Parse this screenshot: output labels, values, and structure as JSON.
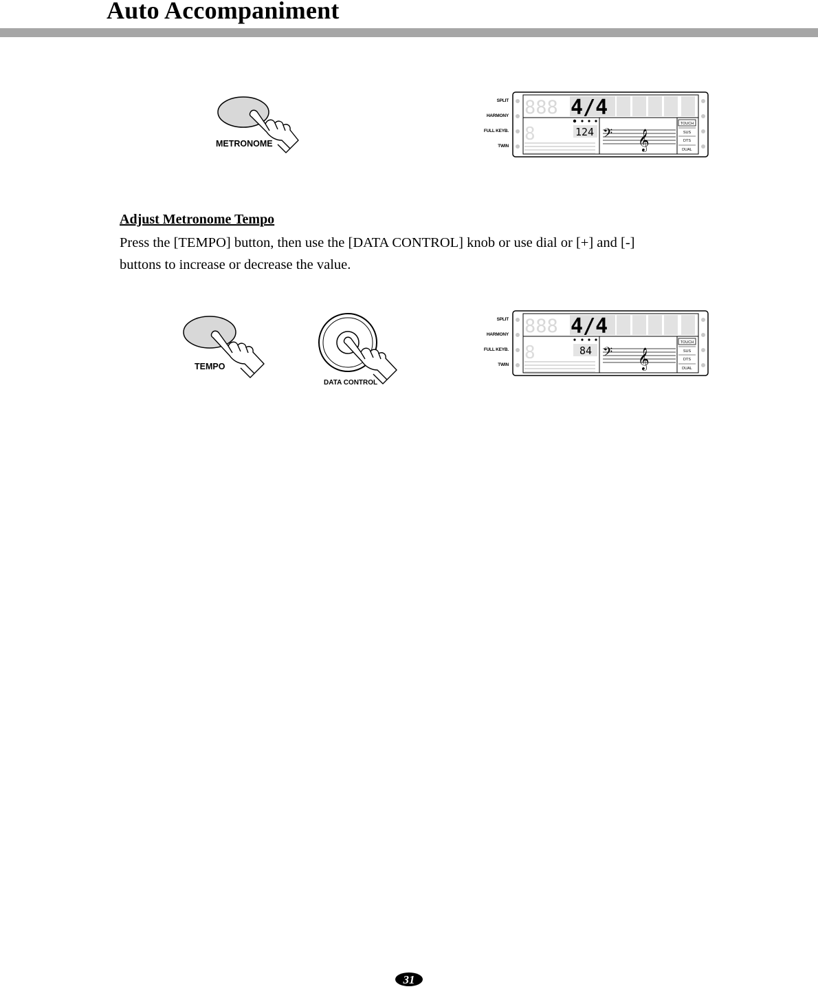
{
  "header": {
    "title": "Auto Accompaniment"
  },
  "figure1": {
    "button_label": "METRONOME",
    "panel": {
      "side_labels": [
        "SPLIT",
        "HARMONY",
        "FULL KEYB.",
        "TWIN"
      ],
      "time_signature": "4/4",
      "tempo": "124",
      "mode_buttons": [
        "TOUCH",
        "SUS",
        "DTS",
        "DUAL"
      ]
    }
  },
  "section": {
    "heading": "Adjust Metronome Tempo",
    "line1": "Press the [TEMPO] button, then use the [DATA CONTROL] knob or use dial or [+] and [-]",
    "line2": "buttons to increase or decrease the value."
  },
  "figure2": {
    "button_label": "TEMPO",
    "knob_label": "DATA CONTROL",
    "panel": {
      "side_labels": [
        "SPLIT",
        "HARMONY",
        "FULL KEYB.",
        "TWIN"
      ],
      "time_signature": "4/4",
      "tempo": "84",
      "mode_buttons": [
        "TOUCH",
        "SUS",
        "DTS",
        "DUAL"
      ]
    }
  },
  "footer": {
    "page_number": "31"
  }
}
